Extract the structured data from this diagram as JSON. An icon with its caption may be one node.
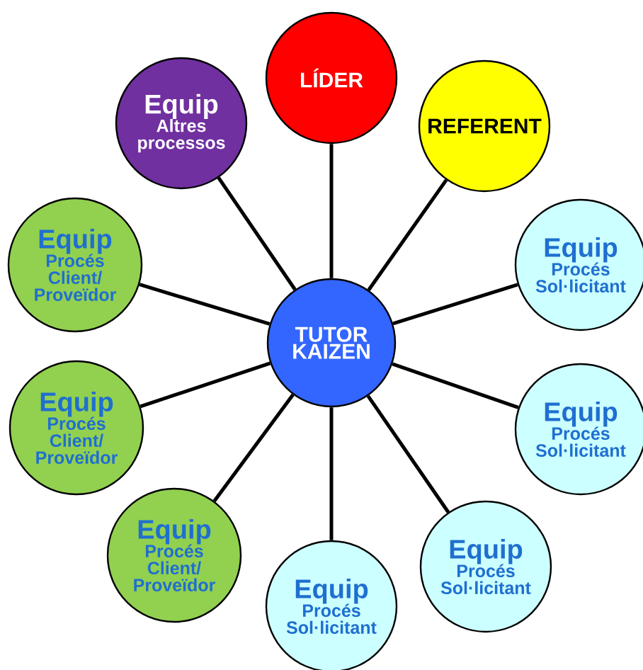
{
  "diagram": {
    "nodes": [
      {
        "text": [
          "LÍDER"
        ]
      },
      {
        "text": [
          "Equip",
          "Altres processos"
        ]
      },
      {
        "text": [
          "REFERENT"
        ]
      },
      {
        "text": [
          "Equip",
          "Procés Client/ Proveïdor"
        ]
      },
      {
        "text": [
          "Equip",
          "Procés Sol·licitant"
        ]
      },
      {
        "text": [
          "TUTOR KAIZEN"
        ]
      },
      {
        "text": [
          "Equip",
          "Procés Client/ Proveïdor"
        ]
      },
      {
        "text": [
          "Equip",
          "Procés Sol·licitant"
        ]
      },
      {
        "text": [
          "Equip",
          "Procés Client/ Proveïdor"
        ]
      },
      {
        "text": [
          "Equip",
          "Procés Sol·licitant"
        ]
      },
      {
        "text": [
          "Equip",
          "Procés Sol·licitant"
        ]
      }
    ],
    "edges": [
      {
        "from": 5,
        "to": 0,
        "arrow": "none"
      },
      {
        "from": 5,
        "to": 1,
        "arrow": "none"
      },
      {
        "from": 5,
        "to": 2,
        "arrow": "none"
      },
      {
        "from": 5,
        "to": 3,
        "arrow": "none"
      },
      {
        "from": 5,
        "to": 4,
        "arrow": "none"
      },
      {
        "from": 5,
        "to": 6,
        "arrow": "none"
      },
      {
        "from": 5,
        "to": 7,
        "arrow": "none"
      },
      {
        "from": 5,
        "to": 8,
        "arrow": "none"
      },
      {
        "from": 5,
        "to": 9,
        "arrow": "none"
      },
      {
        "from": 5,
        "to": 10,
        "arrow": "none"
      }
    ]
  }
}
